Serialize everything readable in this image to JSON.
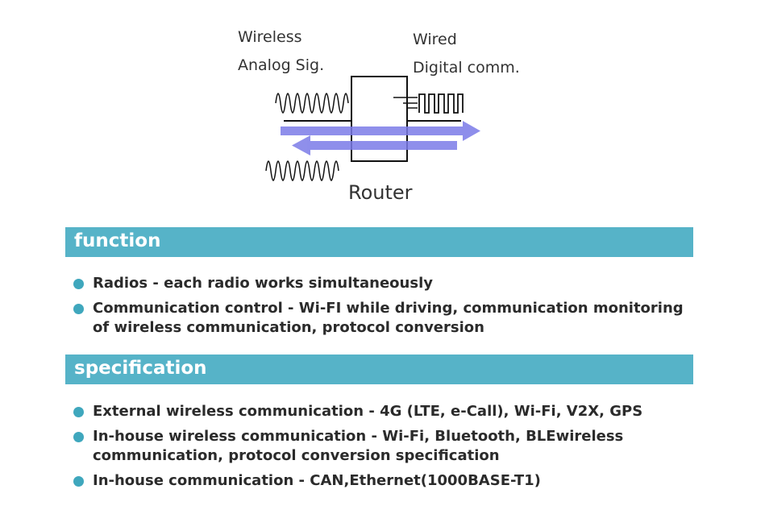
{
  "diagram": {
    "wireless_label": "Wireless",
    "analog_label": "Analog Sig.",
    "wired_label": "Wired",
    "digital_label": "Digital comm.",
    "router_label": "Router",
    "colors": {
      "arrow": "#7b7be8",
      "line": "#111111"
    }
  },
  "sections": {
    "function": {
      "title": "function",
      "items": [
        "Radios - each radio works simultaneously",
        "Communication control - Wi-FI while driving, communication monitoring of wireless communication, protocol conversion"
      ]
    },
    "specification": {
      "title": "specification",
      "items": [
        "External wireless communication - 4G (LTE, e-Call), Wi-Fi, V2X, GPS",
        "In-house wireless communication - Wi-Fi, Bluetooth, BLEwireless communication, protocol conversion specification",
        "In-house communication - CAN,Ethernet(1000BASE-T1)"
      ]
    }
  },
  "colors": {
    "header_bg": "#56b3c8",
    "bullet": "#3fa7bd"
  }
}
